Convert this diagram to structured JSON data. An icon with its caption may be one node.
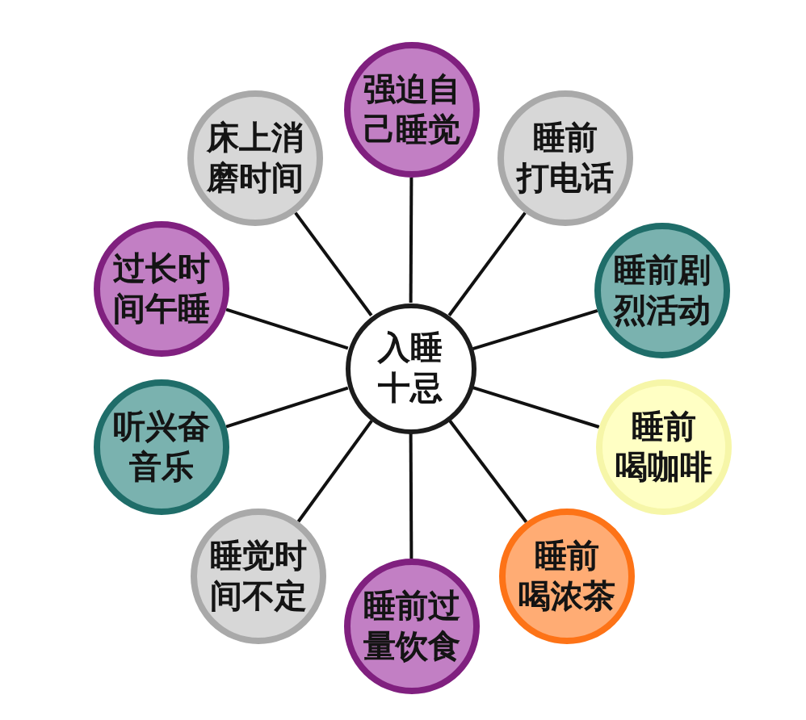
{
  "diagram": {
    "nodes": [
      {
        "text": [
          "入睡十忌"
        ]
      },
      {
        "text": [
          "强迫自己睡觉"
        ]
      },
      {
        "text": [
          "床上消磨时间"
        ]
      },
      {
        "text": [
          "睡前打电话"
        ]
      },
      {
        "text": [
          "过长时间午睡"
        ]
      },
      {
        "text": [
          "睡前剧烈活动"
        ]
      },
      {
        "text": [
          "听兴奋音乐"
        ]
      },
      {
        "text": [
          "睡前喝咖啡"
        ]
      },
      {
        "text": [
          "睡觉时间不定"
        ]
      },
      {
        "text": [
          "睡前喝浓茶"
        ]
      },
      {
        "text": [
          "睡前过量饮食"
        ]
      }
    ],
    "edges": [
      {
        "from": 0,
        "to": 1,
        "arrow": "none"
      },
      {
        "from": 0,
        "to": 2,
        "arrow": "none"
      },
      {
        "from": 0,
        "to": 3,
        "arrow": "none"
      },
      {
        "from": 0,
        "to": 4,
        "arrow": "none"
      },
      {
        "from": 0,
        "to": 5,
        "arrow": "none"
      },
      {
        "from": 0,
        "to": 6,
        "arrow": "none"
      },
      {
        "from": 0,
        "to": 7,
        "arrow": "none"
      },
      {
        "from": 0,
        "to": 8,
        "arrow": "none"
      },
      {
        "from": 0,
        "to": 9,
        "arrow": "none"
      },
      {
        "from": 0,
        "to": 10,
        "arrow": "none"
      }
    ]
  }
}
